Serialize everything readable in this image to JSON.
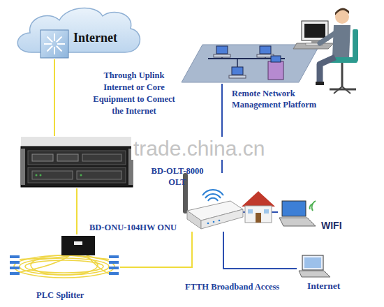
{
  "diagram": {
    "nodes": [
      {
        "text": [
          "Internet"
        ]
      },
      {
        "text": [
          "Remote Network Management Platform"
        ]
      },
      {
        "text": [
          "BD-OLT-8000 OLT"
        ]
      },
      {
        "text": [
          "BD-ONU-104HW ONU"
        ]
      },
      {
        "text": [
          "WIFI"
        ]
      },
      {
        "text": [
          "Internet"
        ]
      },
      {
        "text": [
          "PLC Splitter"
        ]
      }
    ],
    "edges": [
      {
        "from": 0,
        "to": 2,
        "arrow": "none"
      },
      {
        "from": 1,
        "to": 3,
        "arrow": "none"
      },
      {
        "from": 2,
        "to": 6,
        "arrow": "none"
      },
      {
        "from": 6,
        "to": 3,
        "arrow": "none"
      },
      {
        "from": 3,
        "to": 4,
        "arrow": "none"
      },
      {
        "from": 3,
        "to": 5,
        "arrow": "none"
      }
    ],
    "labels": [
      "Through Uplink Internet or Core Equipment to Comect the Internet",
      "trade.china.cn",
      "FTTH Broadband Access"
    ]
  }
}
